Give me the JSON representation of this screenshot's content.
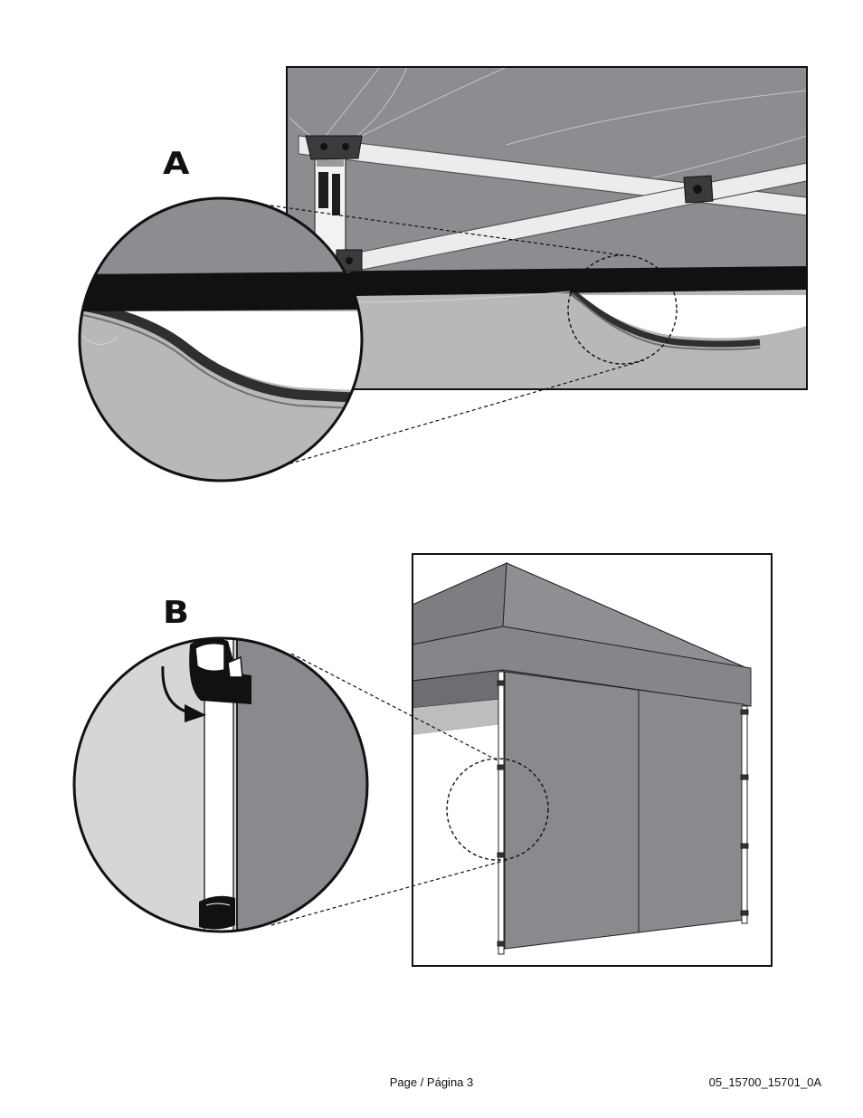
{
  "figures": {
    "a": {
      "label": "A"
    },
    "b": {
      "label": "B"
    }
  },
  "footer": {
    "page": "Page / Página 3",
    "doc_code": "05_15700_15701_0A"
  }
}
